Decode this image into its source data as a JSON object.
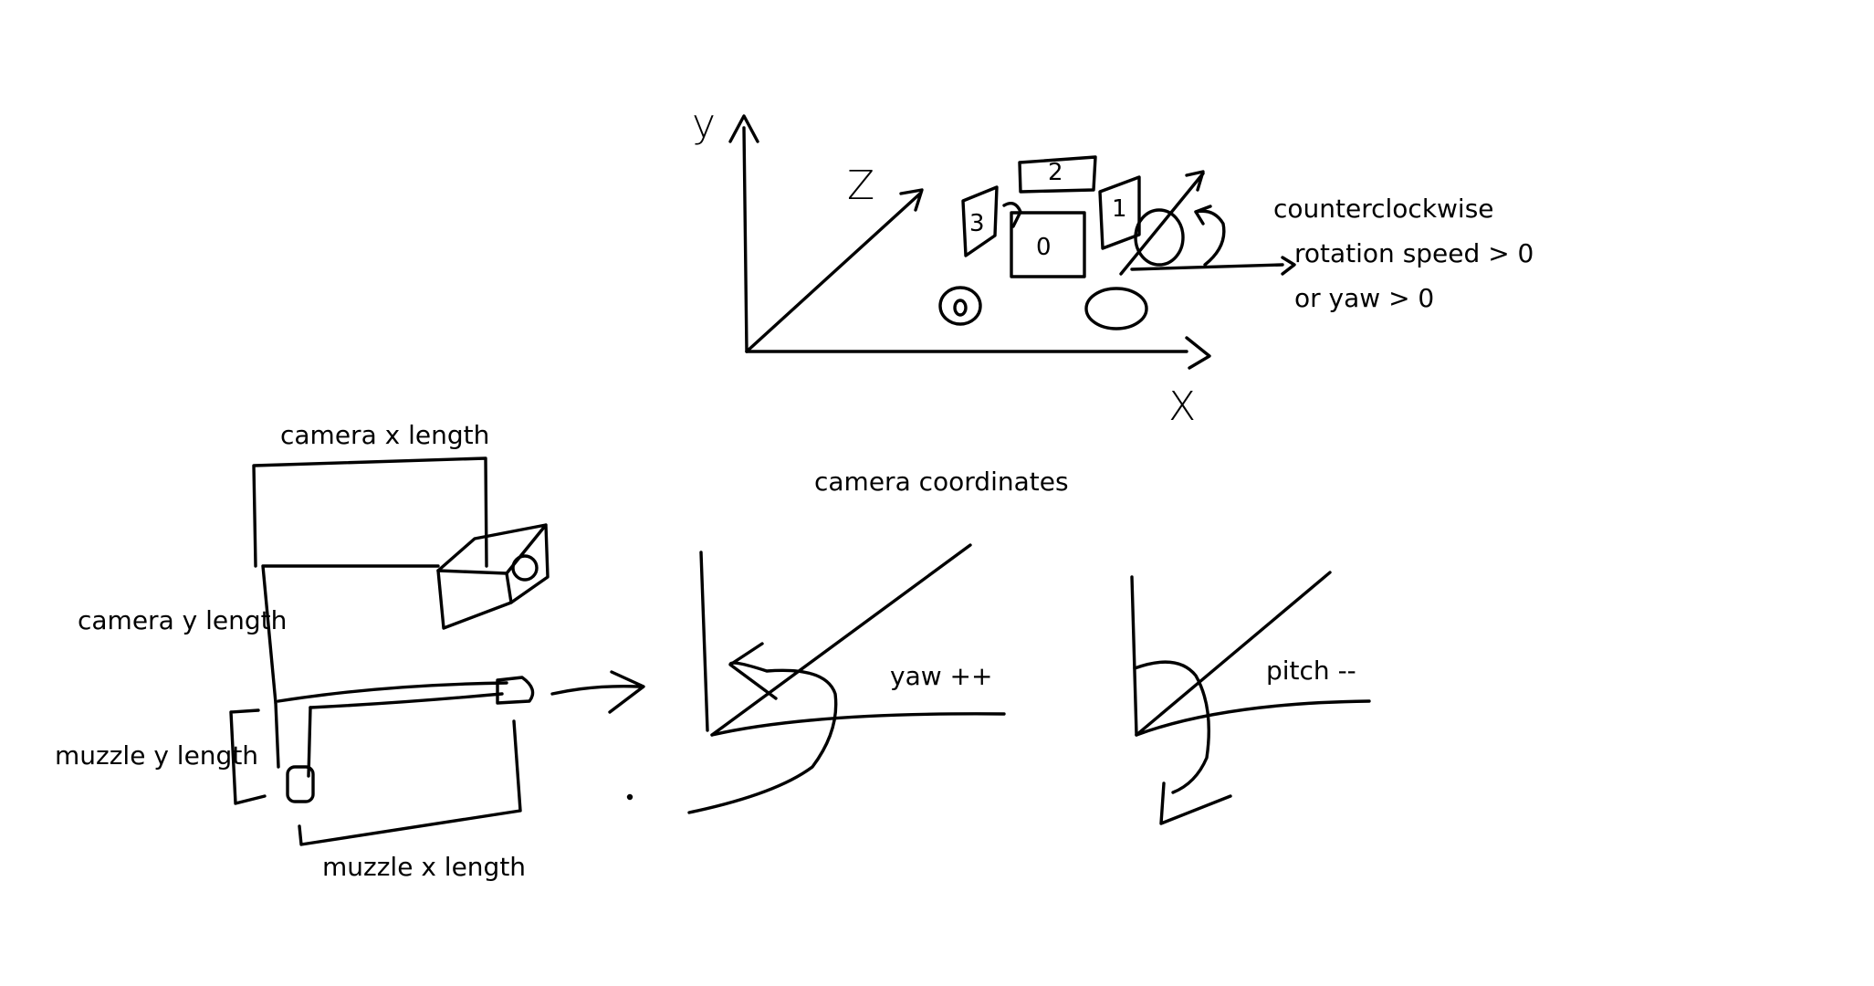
{
  "coordinate_sketch": {
    "axis_labels": {
      "y": "y",
      "z": "Z",
      "x": "X"
    },
    "box_labels": {
      "one": "1",
      "two": "2",
      "three": "3",
      "zero_center": "0"
    },
    "rotation_note": {
      "line1": "counterclockwise",
      "line2": "rotation speed > 0",
      "line3": "or yaw > 0"
    }
  },
  "camera_sketch": {
    "title": "camera coordinates",
    "camera_x_length": "camera x length",
    "camera_y_length": "camera y length",
    "muzzle_y_length": "muzzle y length",
    "muzzle_x_length": "muzzle x length"
  },
  "rotation_sketches": {
    "yaw_label": "yaw ++",
    "pitch_label": "pitch --"
  }
}
